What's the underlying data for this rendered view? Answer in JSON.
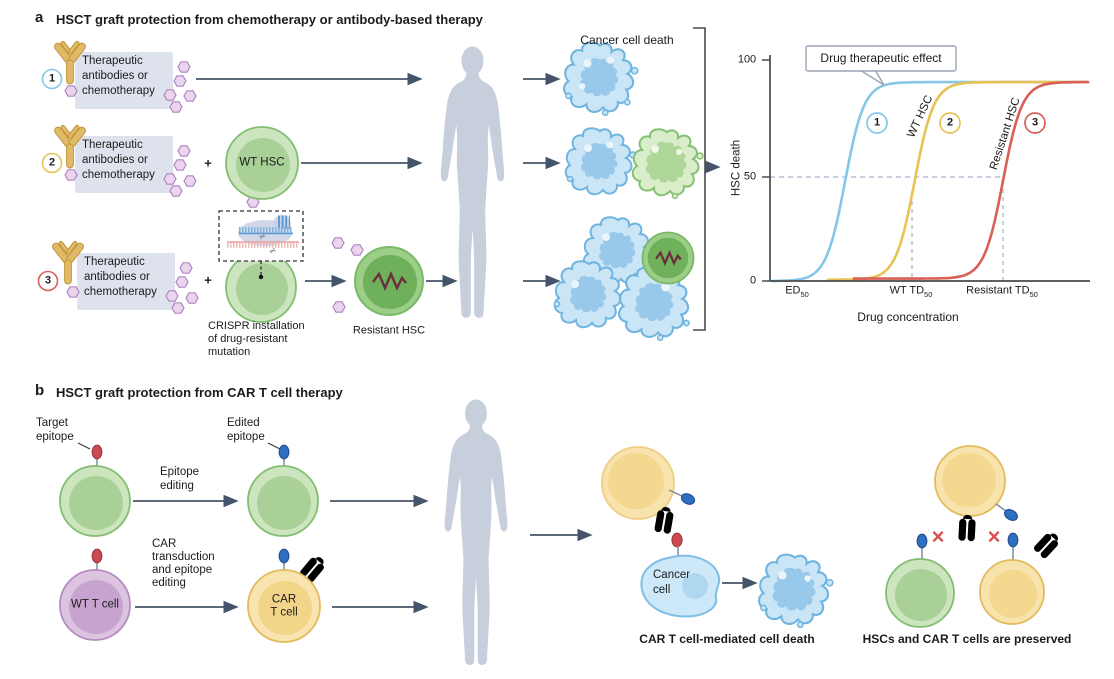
{
  "icons": {
    "scissors": "✂",
    "blocked_x": "×"
  },
  "colors": {
    "therapy_box_bg": "#DEE2ED",
    "silhouette": "#C7CEDC",
    "arrow": "#44546A",
    "hexagon_fill": "#EAD6EC",
    "hexagon_stroke": "#B184C5",
    "hsc_green_fill": "#CDE5BE",
    "hsc_green_stroke": "#82BE72",
    "resistant_green_fill": "#9CCE88",
    "t_cell_purple": "#DCC4E0",
    "car_t_yellow": "#F9E4AF",
    "cancer_cell_blue": "#CDE8F8",
    "epitope_red": "#CC4A50",
    "epitope_blue": "#2F6FC1",
    "blocked_x_red": "#D94F4F"
  },
  "panel_a": {
    "label": "a",
    "title": "HSCT graft protection from chemotherapy or antibody-based therapy",
    "therapy_box": {
      "lines": [
        "Therapeutic",
        "antibodies or",
        "chemotherapy"
      ]
    },
    "row_badges": [
      "1",
      "2",
      "3"
    ],
    "plus": "+",
    "wt_hsc_label": "WT HSC",
    "crispr_caption": {
      "lines": [
        "CRISPR installation",
        "of drug-resistant",
        "mutation"
      ]
    },
    "resistant_hsc_label": "Resistant HSC",
    "cancer_cell_death_label": "Cancer cell death"
  },
  "chart_data": {
    "type": "line",
    "title": "",
    "xlabel": "Drug concentration",
    "ylabel": "HSC death",
    "ylim": [
      0,
      100
    ],
    "yticks": [
      0,
      50,
      100
    ],
    "grid": false,
    "annotation": "Drug therapeutic effect",
    "dashed_reference_y": 50,
    "x_marker_fracs": [
      0.085,
      0.447,
      0.733
    ],
    "x_labels": [
      {
        "text": "ED",
        "sub": "50"
      },
      {
        "text": "WT TD",
        "sub": "50"
      },
      {
        "text": "Resistant TD",
        "sub": "50"
      }
    ],
    "series": [
      {
        "badge": "1",
        "curve_label": "",
        "color": "#85C6E9",
        "mid_frac": 0.236,
        "x_start": 773,
        "plateau": 90,
        "lift": 0
      },
      {
        "badge": "2",
        "curve_label": "WT HSC",
        "color": "#E8C254",
        "mid_frac": 0.455,
        "x_start": 828,
        "plateau": 90,
        "lift": 1.3
      },
      {
        "badge": "3",
        "curve_label": "Resistant HSC",
        "color": "#D95F57",
        "mid_frac": 0.733,
        "x_start": 854,
        "plateau": 90,
        "lift": 2.4
      }
    ]
  },
  "panel_b": {
    "label": "b",
    "title": "HSCT graft protection from CAR T cell therapy",
    "target_epitope": {
      "lines": [
        "Target",
        "epitope"
      ]
    },
    "edited_epitope": {
      "lines": [
        "Edited",
        "epitope"
      ]
    },
    "epitope_editing": {
      "lines": [
        "Epitope",
        "editing"
      ]
    },
    "car_transduction": {
      "lines": [
        "CAR",
        "transduction",
        "and epitope",
        "editing"
      ]
    },
    "wt_t_cell_label": "WT T cell",
    "car_t_cell": {
      "lines": [
        "CAR",
        "T cell"
      ]
    },
    "cancer_cell": {
      "lines": [
        "Cancer",
        "cell"
      ]
    },
    "car_death_caption": "CAR T cell-mediated cell death",
    "preserved_caption": "HSCs and CAR T cells are preserved"
  }
}
